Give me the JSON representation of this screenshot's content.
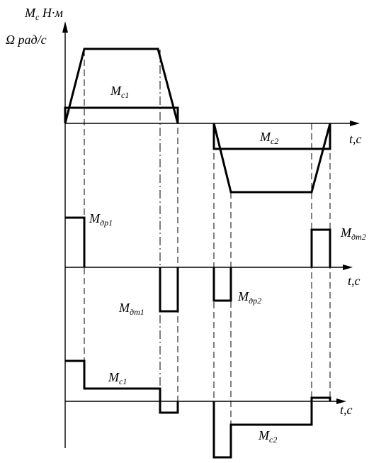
{
  "labels": {
    "y_axis_torque": {
      "main": "M",
      "sub": "c",
      "unit": " Н·м"
    },
    "y_axis_speed": "Ω  рад/с",
    "time_axis_1": "t,c",
    "time_axis_2": "t,c",
    "time_axis_3": "t,c",
    "mc1_top": {
      "main": "M",
      "sub": "c1"
    },
    "mc2_top": {
      "main": "M",
      "sub": "c2"
    },
    "mdr1": {
      "main": "M",
      "sub": "др1"
    },
    "mdt1": {
      "main": "M",
      "sub": "дт1"
    },
    "mdr2": {
      "main": "M",
      "sub": "др2"
    },
    "mdt2": {
      "main": "M",
      "sub": "дт2"
    },
    "mc1_bottom": {
      "main": "M",
      "sub": "c1"
    },
    "mc2_bottom": {
      "main": "M",
      "sub": "c2"
    }
  }
}
